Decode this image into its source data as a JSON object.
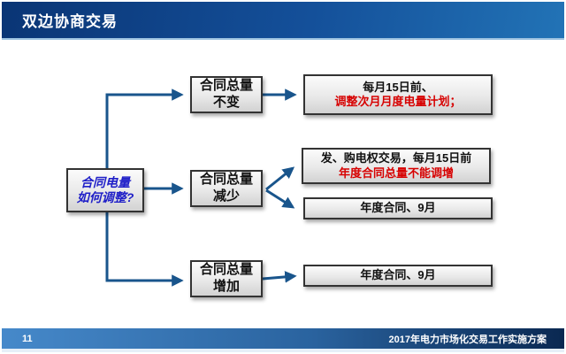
{
  "header": {
    "title": "双边协商交易"
  },
  "footer": {
    "page_number": "11",
    "title": "2017年电力市场化交易工作实施方案"
  },
  "colors": {
    "header_grad_a": "#0A3575",
    "header_grad_b": "#2273B6",
    "footer_grad_a": "#4689CA",
    "footer_grad_b": "#0A2851",
    "arrow_color": "#19558C",
    "red_text": "#D70000",
    "question_color": "#1F1FC8"
  },
  "flowchart": {
    "question": {
      "line1": "合同电量",
      "line2": "如何调整?"
    },
    "conditions": [
      {
        "line1": "合同总量",
        "line2": "不变"
      },
      {
        "line1": "合同总量",
        "line2": "减少"
      },
      {
        "line1": "合同总量",
        "line2": "增加"
      }
    ],
    "outcomes": [
      {
        "line1": "每月15日前、",
        "line2": "调整次月月度电量计划；"
      },
      {
        "line1": "发、购电权交易，每月15日前",
        "line2": "年度合同总量不能调增"
      },
      {
        "line1": "年度合同、9月"
      },
      {
        "line1": "年度合同、9月"
      }
    ]
  }
}
